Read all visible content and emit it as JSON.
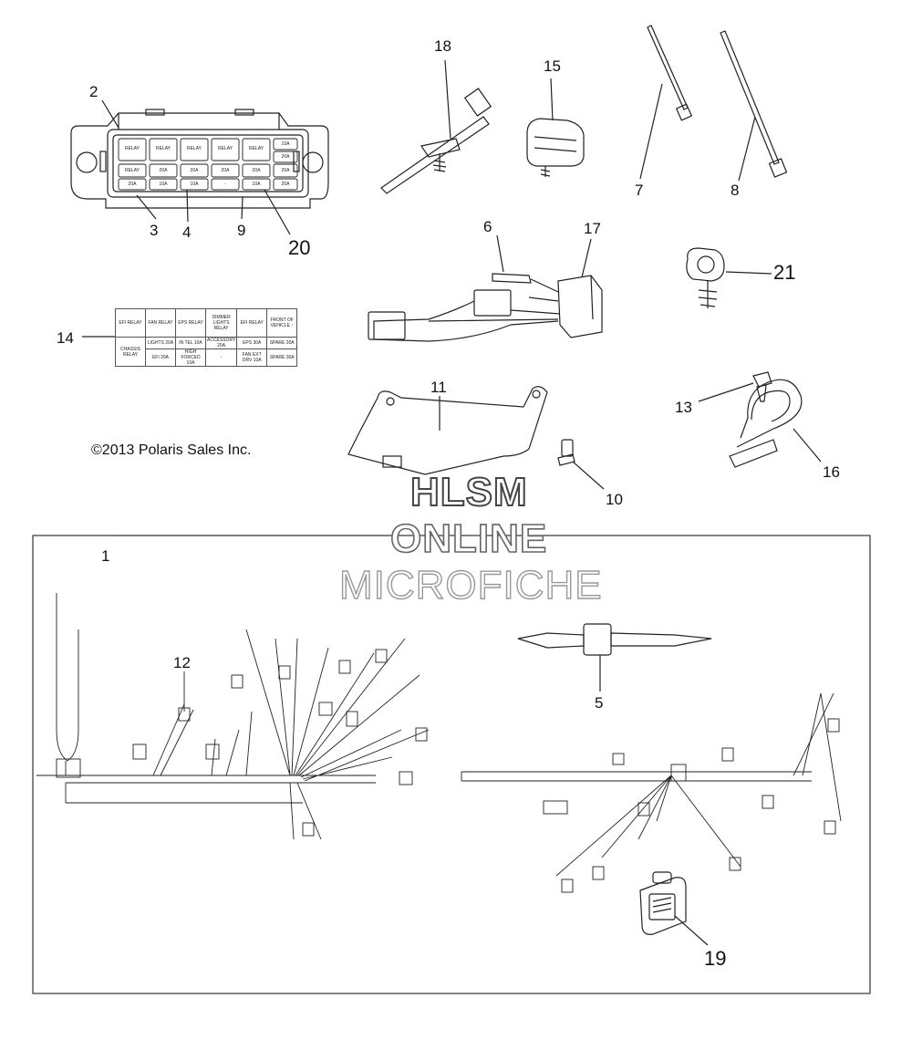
{
  "callouts": {
    "c1": "1",
    "c2": "2",
    "c3": "3",
    "c4": "4",
    "c5": "5",
    "c6": "6",
    "c7": "7",
    "c8": "8",
    "c9": "9",
    "c10": "10",
    "c11": "11",
    "c12": "12",
    "c13": "13",
    "c14": "14",
    "c15": "15",
    "c16": "16",
    "c17": "17",
    "c18": "18",
    "c19": "19",
    "c20": "20",
    "c21": "21"
  },
  "copyright": "©2013 Polaris Sales Inc.",
  "watermark": {
    "line1": "HLSM",
    "line2": "ONLINE",
    "line3": "MICROFICHE"
  },
  "fuse_box_cells": {
    "row1": [
      "RELAY",
      "RELAY",
      "RELAY",
      "RELAY",
      "RELAY",
      "10A"
    ],
    "row1b": [
      "",
      "",
      "",
      "",
      "",
      "20A"
    ],
    "row2": [
      "RELAY",
      "20A",
      "20A",
      "20A",
      "20A",
      "20A"
    ],
    "row3": [
      "20A",
      "10A",
      "10A",
      "-",
      "10A",
      "20A"
    ]
  },
  "fuse_table": {
    "header": [
      "EFI RELAY",
      "FAN RELAY",
      "EPS RELAY",
      "DIMMER LIGHTS RELAY",
      "EFI RELAY",
      "FRONT OF VEHICLE ↑"
    ],
    "row1": [
      "",
      "LIGHTS 20A",
      "IN TEL 10A",
      "ACCESSORY 20A",
      "EPS 30A",
      "SPARE 20A"
    ],
    "row2_label": "CHASSIS RELAY",
    "row2": [
      "EFI 20A",
      "HIGH FORCED 10A",
      "-",
      "FAN EXT DRV 10A",
      "SPARE 30A"
    ]
  },
  "colors": {
    "line": "#222222",
    "frame": "#333333",
    "watermark_stroke": "#555555"
  }
}
